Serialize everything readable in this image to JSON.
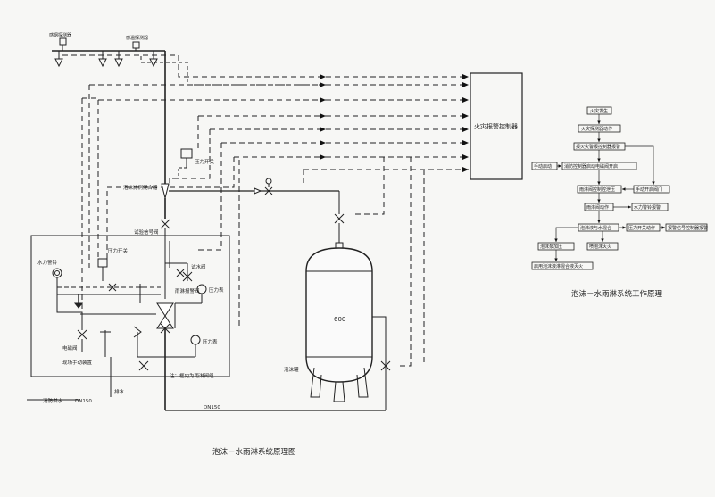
{
  "schematic": {
    "title": "泡沫－水雨淋系统原理图",
    "smoke_detector": "感烟探测器",
    "temp_detector": "感温探测器",
    "fire_controller": "火灾报警控制器",
    "pressure_switch_top": "压力开关",
    "foam_proportioner": "泡沫比例混合器",
    "test_signal_valve": "试验信号阀",
    "pressure_switch_mid": "压力开关",
    "water_alarm": "水力警铃",
    "test_valve": "试水阀",
    "deluge_alarm_valve": "雨淋报警阀",
    "pressure_gauge_1": "压力表",
    "pressure_gauge_2": "压力表",
    "solenoid_valve": "电磁阀",
    "manual_device": "现场手动装置",
    "drain": "排水",
    "box_note": "注：框内为雨淋阀组",
    "fire_pump_supply": "消防供水",
    "pipe_dn150_left": "DN150",
    "pipe_dn150_bottom": "DN150",
    "tank_capacity": "600",
    "foam_tank": "泡沫罐"
  },
  "flowchart": {
    "title": "泡沫－水雨淋系统工作原理",
    "steps": {
      "fire": "火灾发生",
      "detector": "火灾探测器动作",
      "controller_alarm": "报火灾警报控制器报警",
      "manual_start": "手动启动",
      "solenoid_open": "消防控制器启动电磁阀开启",
      "deluge_open": "雨淋阀控制腔泄压",
      "manual_alt": "手动开启阀门",
      "valve_opens": "雨淋阀动作",
      "water_bell": "水力警铃报警",
      "pressure_switch": "压力开关动作",
      "alarm_ctrl": "报警信号控制器报警",
      "foam_mixer": "泡沫液与水混合",
      "pump_start": "泡沫泵加压",
      "spray_foam": "喷泡沫灭火",
      "system_done": "启用泡沫液淋混合液灭火"
    }
  }
}
